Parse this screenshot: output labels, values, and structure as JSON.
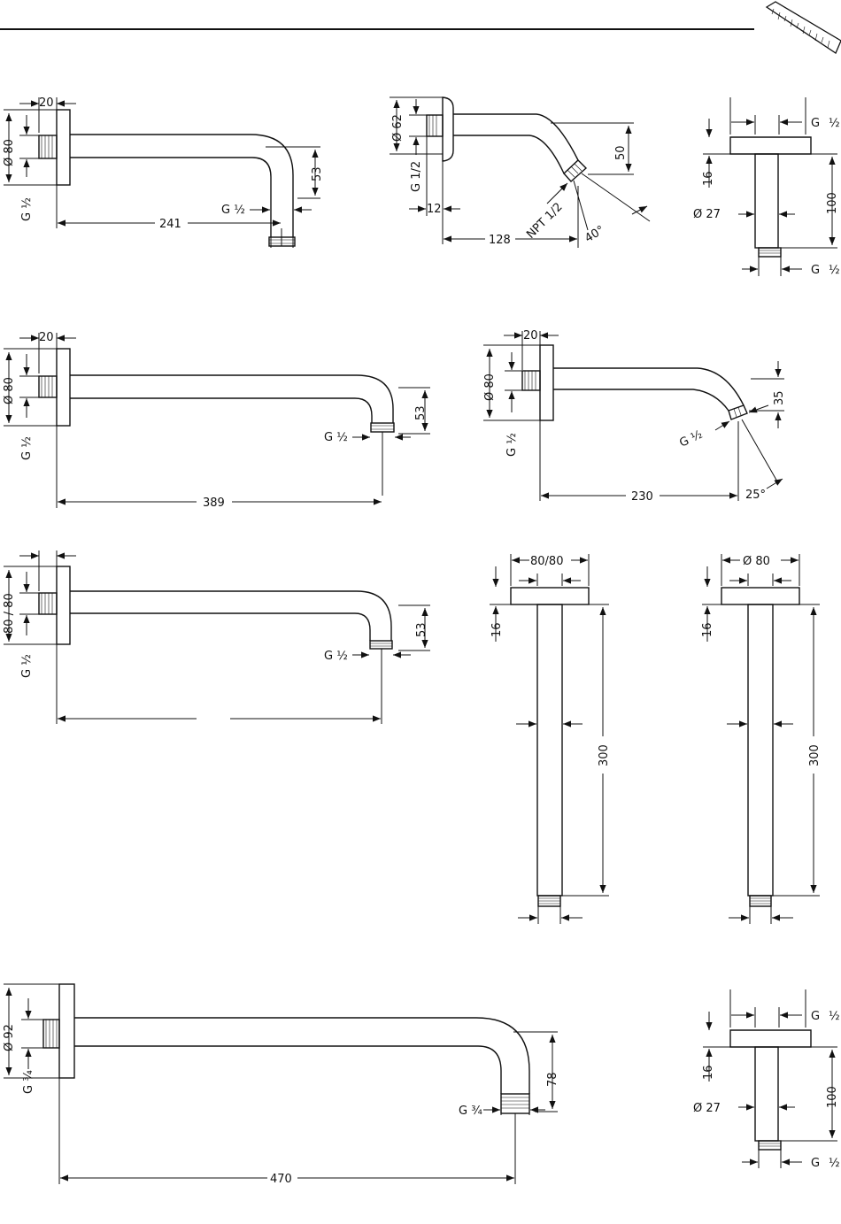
{
  "labels": {
    "d1": {
      "top": "20",
      "dia": "Ø 80",
      "thread": "G ½",
      "drop": "53",
      "outlet": "G ½",
      "length": "241"
    },
    "d2": {
      "dia": "Ø 62",
      "thread": "G 1/2",
      "depth": "12",
      "length": "128",
      "npt": "NPT 1/2",
      "drop": "50",
      "angle": "40°"
    },
    "d3": {
      "tg1": "G",
      "tf1": "½",
      "h16": "16",
      "od": "Ø 27",
      "h100": "100",
      "bg1": "G",
      "bf1": "½"
    },
    "d4": {
      "top": "20",
      "dia": "Ø 80",
      "thread": "G ½",
      "drop": "53",
      "outlet": "G ½",
      "length": "389"
    },
    "d5": {
      "top": "20",
      "dia": "Ø 80",
      "thread": "G ½",
      "drop": "35",
      "outlet": "G ½",
      "length": "230",
      "angle": "25°"
    },
    "d6": {
      "dia": "80 / 80",
      "thread": "G ½",
      "drop": "53",
      "outlet": "G ½"
    },
    "d7": {
      "size": "80/80",
      "h16": "16",
      "h300": "300"
    },
    "d8": {
      "size": "Ø 80",
      "h16": "16",
      "h300": "300"
    },
    "d9": {
      "dia": "Ø 92",
      "thread": "G ¾",
      "drop": "78",
      "outlet": "G ¾",
      "length": "470"
    },
    "d10": {
      "tg1": "G",
      "tf1": "½",
      "h16": "16",
      "od": "Ø 27",
      "h100": "100",
      "bg1": "G",
      "bf1": "½"
    }
  }
}
